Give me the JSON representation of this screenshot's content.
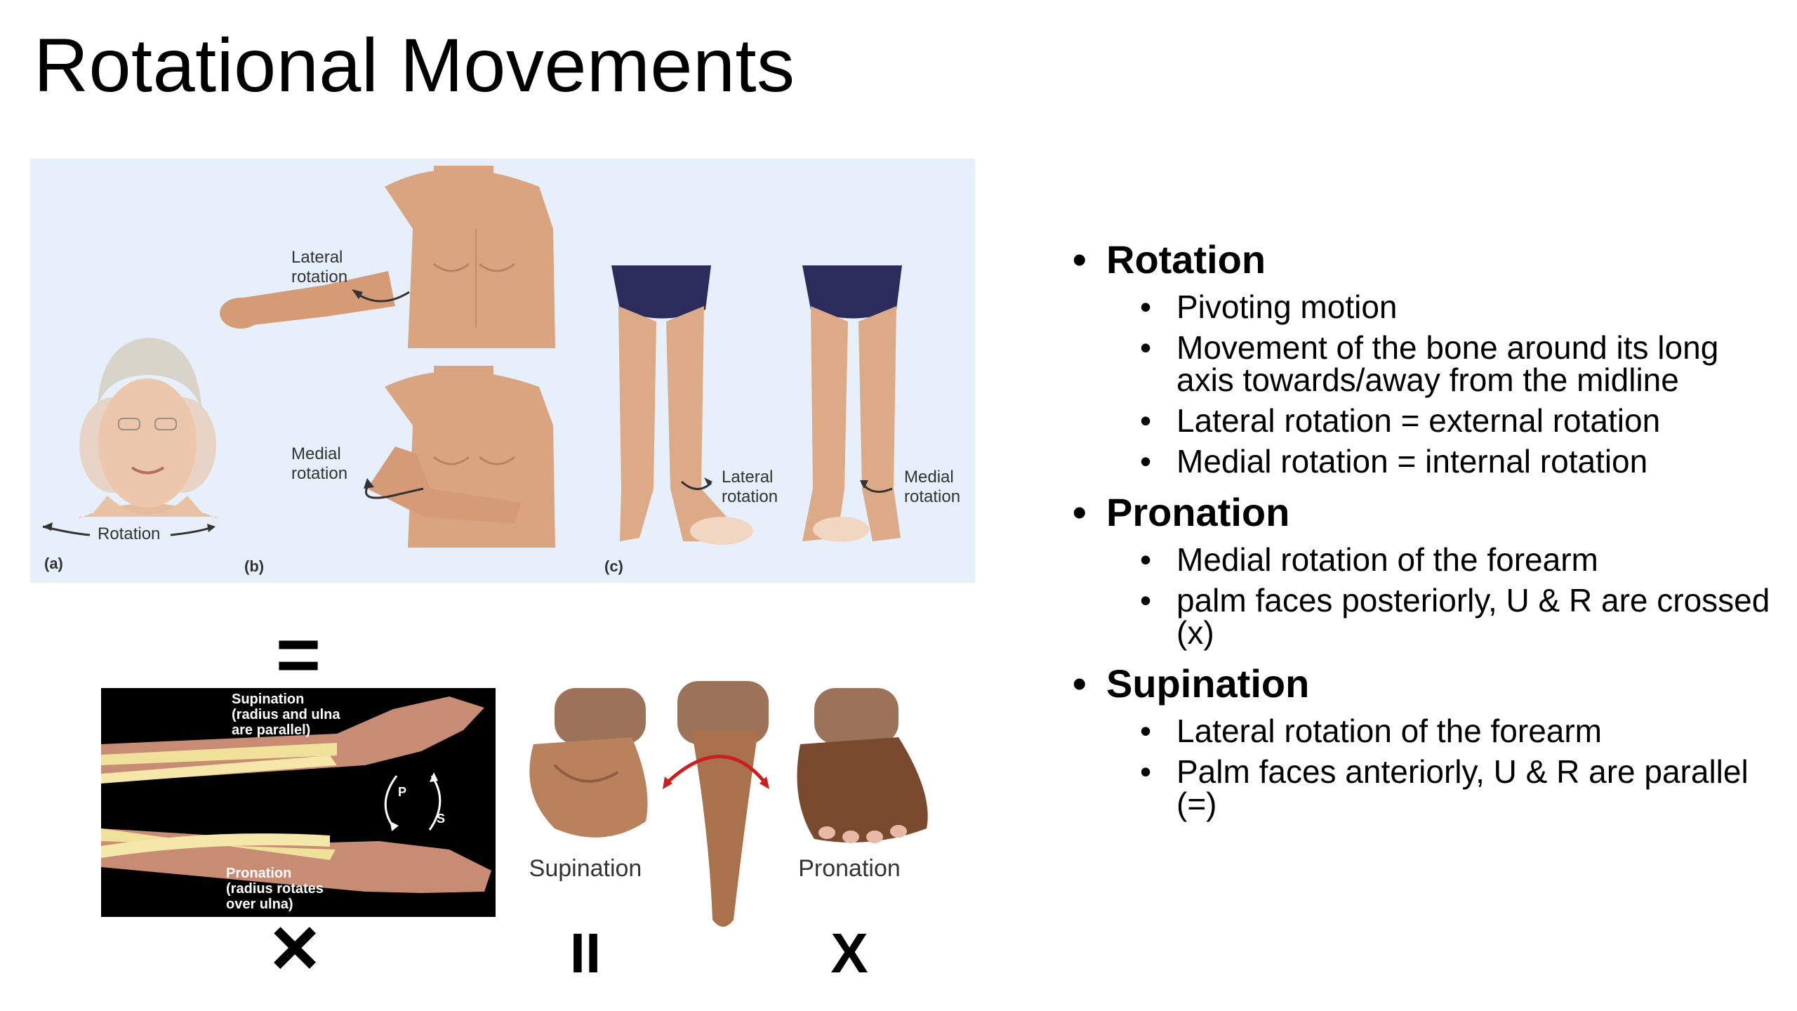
{
  "title": "Rotational Movements",
  "top_figure": {
    "rotation_label": "Rotation",
    "lateral_rotation_b": "Lateral\nrotation",
    "medial_rotation_b": "Medial\nrotation",
    "lateral_rotation_c": "Lateral\nrotation",
    "medial_rotation_c": "Medial\nrotation",
    "panel_a": "(a)",
    "panel_b": "(b)",
    "panel_c": "(c)"
  },
  "bottom_figure": {
    "equals_symbol": "=",
    "cross_symbol": "×",
    "parallel_symbol": "II",
    "x_symbol": "X",
    "supination_caption": "Supination\n(radius and ulna\nare parallel)",
    "pronation_caption": "Pronation\n(radius rotates\nover ulna)",
    "p_label": "P",
    "s_label": "S",
    "supination_label": "Supination",
    "pronation_label": "Pronation"
  },
  "bullets": [
    {
      "heading": "Rotation",
      "items": [
        "Pivoting motion",
        "Movement of the bone around its long axis towards/away from the midline",
        "Lateral rotation = external rotation",
        "Medial rotation = internal rotation"
      ]
    },
    {
      "heading": "Pronation",
      "items": [
        "Medial rotation of the forearm",
        "palm faces posteriorly, U & R are crossed (x)"
      ]
    },
    {
      "heading": "Supination",
      "items": [
        "Lateral rotation of the forearm",
        "Palm faces anteriorly, U & R are parallel (=)"
      ]
    }
  ]
}
